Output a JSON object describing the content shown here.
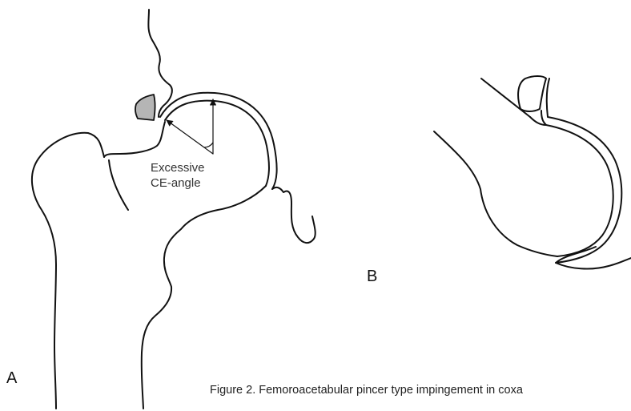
{
  "figure": {
    "panel_a_label": "A",
    "panel_b_label": "B",
    "angle_label_line1": "Excessive",
    "angle_label_line2": "CE-angle",
    "caption": "Figure 2. Femoroacetabular pincer type impingement in coxa",
    "colors": {
      "line": "#111111",
      "bone_fragment_fill": "#b5b5b5",
      "text": "#333333"
    }
  }
}
